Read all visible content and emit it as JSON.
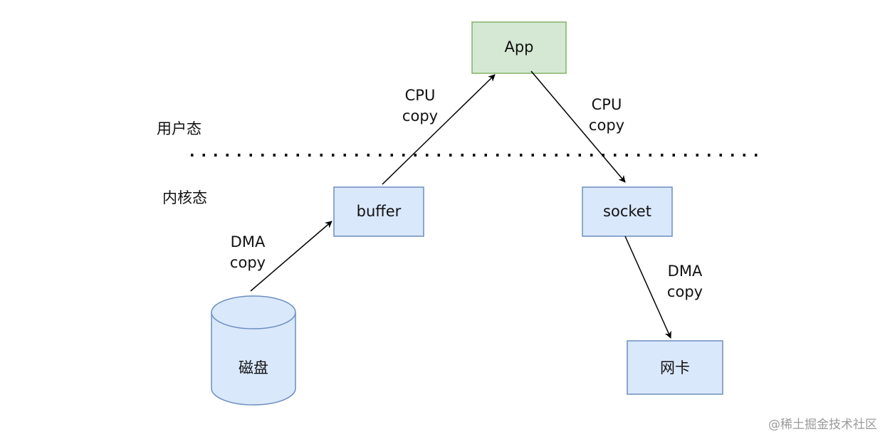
{
  "zones": {
    "user_mode": "用户态",
    "kernel_mode": "内核态"
  },
  "nodes": {
    "app": "App",
    "buffer": "buffer",
    "socket": "socket",
    "disk": "磁盘",
    "nic": "网卡"
  },
  "edges": {
    "disk_to_buffer": {
      "line1": "DMA",
      "line2": "copy"
    },
    "buffer_to_app": {
      "line1": "CPU",
      "line2": "copy"
    },
    "app_to_socket": {
      "line1": "CPU",
      "line2": "copy"
    },
    "socket_to_nic": {
      "line1": "DMA",
      "line2": "copy"
    }
  },
  "watermark": "@稀土掘金技术社区",
  "colors": {
    "app_fill": "#d5e8d4",
    "app_stroke": "#82b366",
    "node_fill": "#dae8fc",
    "node_stroke": "#6c8ebf",
    "line": "#000000"
  }
}
